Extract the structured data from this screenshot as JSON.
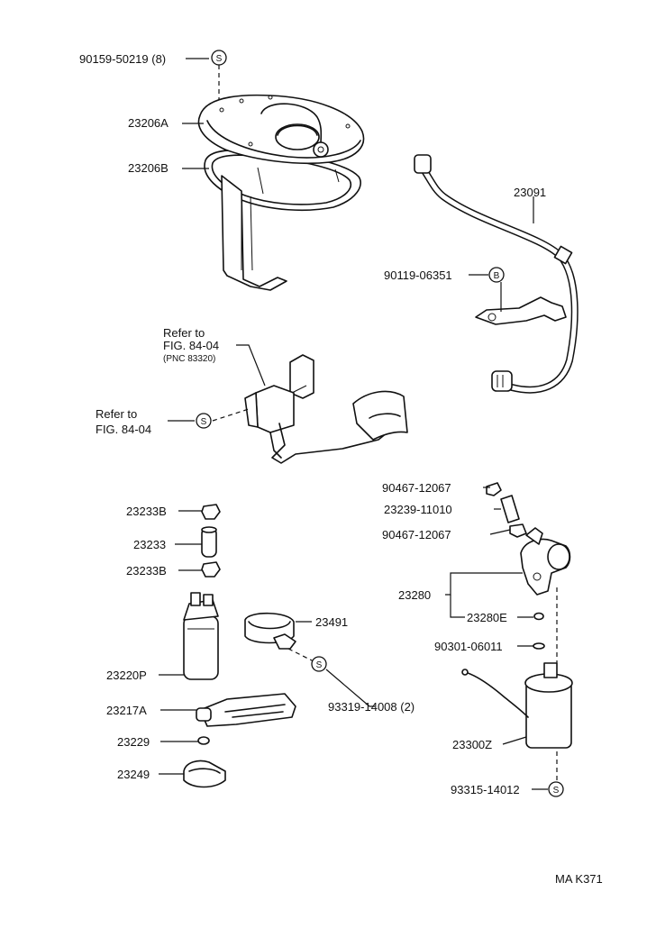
{
  "labels": {
    "p90159": "90159-50219 (8)",
    "p23206A": "23206A",
    "p23206B": "23206B",
    "p23091": "23091",
    "p90119": "90119-06351",
    "refer1_line1": "Refer to",
    "refer1_line2": "FIG. 84-04",
    "refer1_line3": "(PNC  83320)",
    "refer2_line1": "Refer to",
    "refer2_line2": "FIG. 84-04",
    "p90467a": "90467-12067",
    "p23239": "23239-11010",
    "p90467b": "90467-12067",
    "p23233B_top": "23233B",
    "p23233": "23233",
    "p23233B_bot": "23233B",
    "p23280": "23280",
    "p23280E": "23280E",
    "p23491": "23491",
    "p90301": "90301-06011",
    "p23220P": "23220P",
    "p93319": "93319-14008 (2)",
    "p23217A": "23217A",
    "p23300Z": "23300Z",
    "p23229": "23229",
    "p23249": "23249",
    "p93315": "93315-14012",
    "footer": "MA  K371"
  },
  "symbols": {
    "s": "S",
    "b": "B"
  }
}
